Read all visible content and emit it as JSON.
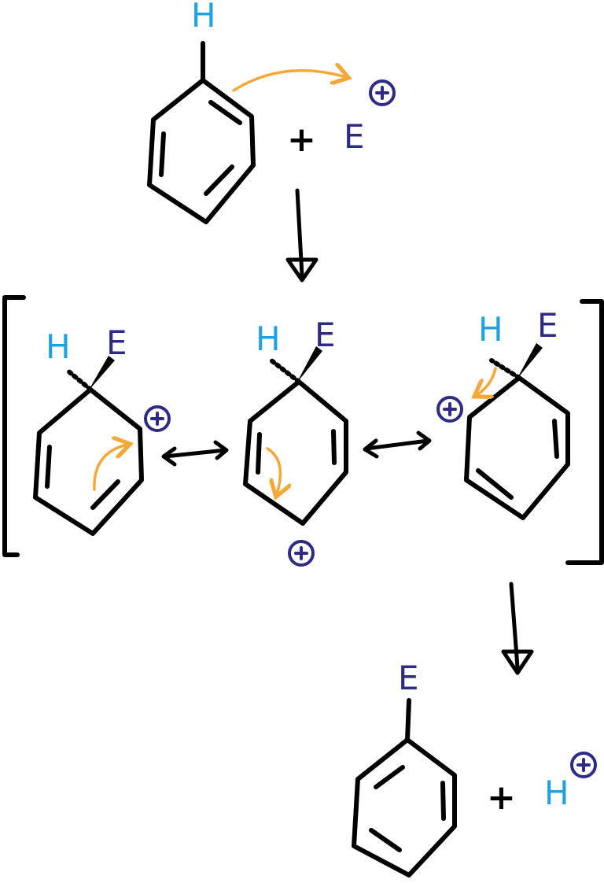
{
  "labels": {
    "hydrogen": "H",
    "electrophile": "E",
    "plus_sign": "+"
  },
  "colors": {
    "bonds": "#000000",
    "hydrogen": "#1ea3e0",
    "electrophile": "#2e2b85",
    "positive_charge": "#2e2b85",
    "electron_flow_arrows": "#f5a83a"
  },
  "icons": {
    "positive_charge": "circled-plus",
    "reaction_arrow": "arrow-down",
    "resonance_arrow": "double-headed-arrow",
    "electron_flow": "curved-arrow"
  }
}
